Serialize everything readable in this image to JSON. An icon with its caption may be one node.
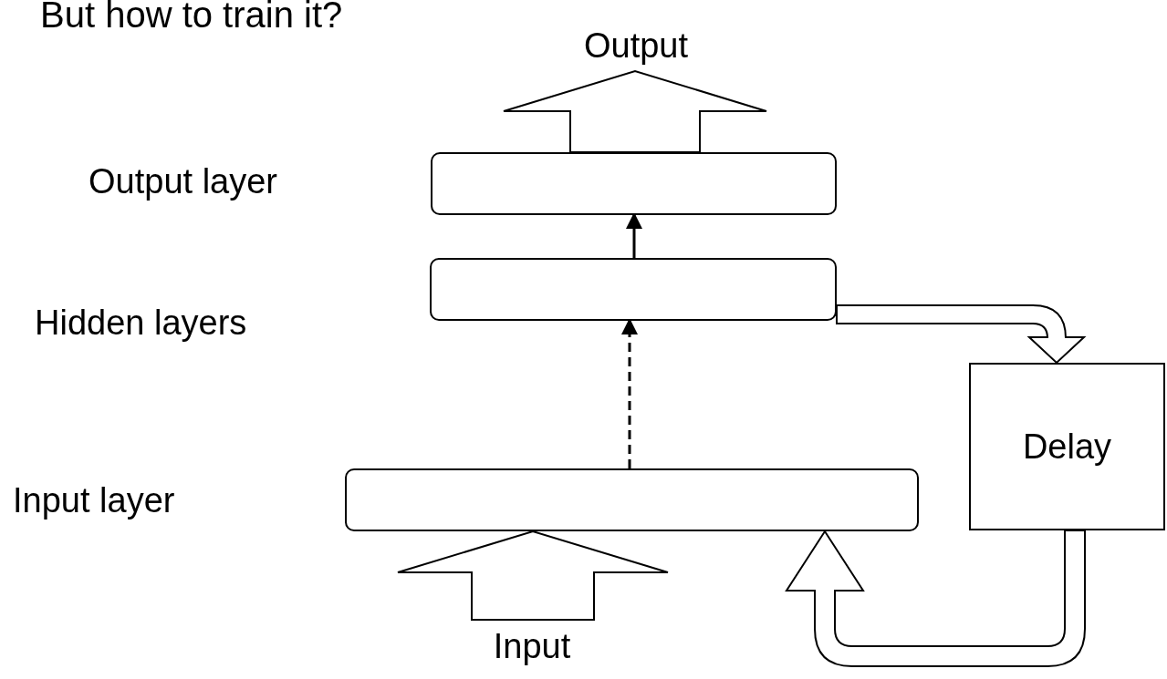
{
  "diagram": {
    "title": "But how to train it?",
    "nodes": [
      {
        "text": [],
        "shape": "box"
      },
      {
        "text": [],
        "shape": "box"
      },
      {
        "text": [],
        "shape": "box"
      },
      {
        "text": [
          "Delay"
        ]
      },
      {
        "text": [
          "Output"
        ]
      },
      {
        "text": [
          "Input"
        ]
      }
    ],
    "edges": [
      {
        "from": 1,
        "to": 0,
        "arrow": "to"
      },
      {
        "from": 2,
        "to": 1,
        "arrow": "to",
        "style": "dashed"
      },
      {
        "from": 0,
        "to": 4,
        "arrow": "to"
      },
      {
        "from": 5,
        "to": 2,
        "arrow": "to"
      },
      {
        "from": 1,
        "to": 3,
        "arrow": "to"
      },
      {
        "from": 3,
        "to": 2,
        "arrow": "to"
      }
    ],
    "labels": [
      "Output layer",
      "Hidden layers",
      "Input layer"
    ]
  }
}
